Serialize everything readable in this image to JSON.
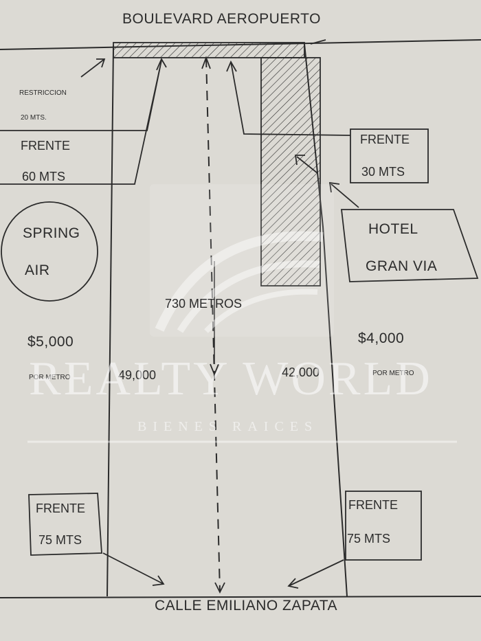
{
  "streets": {
    "top": "BOULEVARD AEROPUERTO",
    "bottom": "CALLE  EMILIANO ZAPATA"
  },
  "restriction": {
    "line1": "RESTRICCION",
    "line2": "20 MTS."
  },
  "left_front_top": {
    "label": "FRENTE",
    "value": "60 MTS"
  },
  "right_front_top": {
    "label": "FRENTE",
    "value": "30 MTS"
  },
  "neighbor_left": {
    "line1": "SPRING",
    "line2": "AIR"
  },
  "neighbor_right": {
    "line1": "HOTEL",
    "line2": "GRAN VIA"
  },
  "length_label": "730   METROS",
  "left_price": {
    "value": "$5,000",
    "unit": "POR METRO"
  },
  "right_price": {
    "value": "$4,000",
    "unit": "POR METRO"
  },
  "left_area": "49,000",
  "right_area": "42,000",
  "left_front_bottom": {
    "label": "FRENTE",
    "value": "75 MTS"
  },
  "right_front_bottom": {
    "label": "FRENTE",
    "value": "75 MTS"
  },
  "watermark": {
    "brand": "REALTY WORLD",
    "tagline": "BIENES RAICES"
  },
  "colors": {
    "paper": "#dcdad4",
    "ink": "#2b2b2b",
    "watermark": "#ffffff"
  }
}
